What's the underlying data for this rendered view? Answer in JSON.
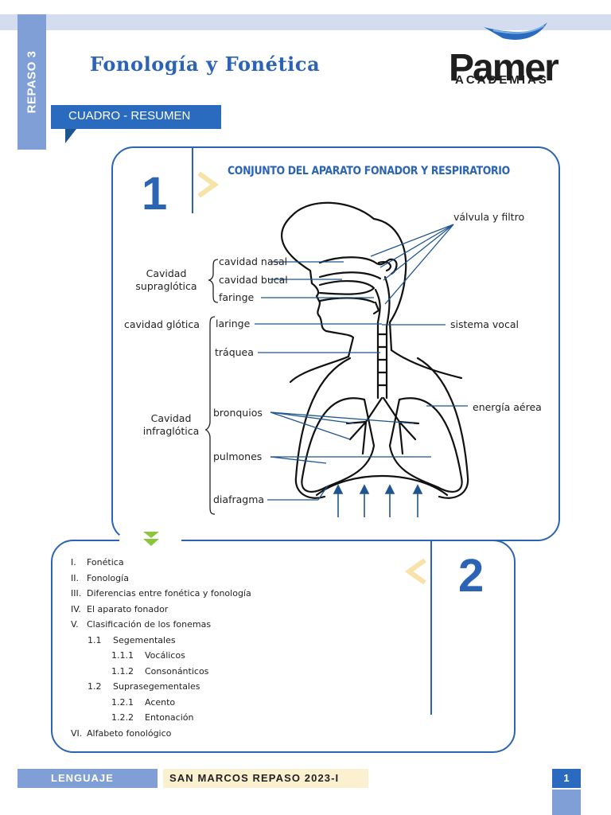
{
  "header": {
    "side_tab": "REPASO 3",
    "title": "Fonología y Fonética",
    "logo": {
      "word": "Pamer",
      "sub": "ACADEMIAS"
    }
  },
  "section_label": "CUADRO - RESUMEN",
  "panel1": {
    "number": "1",
    "heading": "CONJUNTO DEL APARATO FONADOR Y RESPIRATORIO",
    "groups": {
      "supraglotica": [
        "Cavidad",
        "supraglótica"
      ],
      "glotica": "cavidad glótica",
      "infraglotica": [
        "Cavidad",
        "infraglótica"
      ]
    },
    "labels": {
      "cavidad_nasal": "cavidad nasal",
      "cavidad_bucal": "cavidad bucal",
      "faringe": "faringe",
      "laringe": "laringe",
      "traquea": "tráquea",
      "bronquios": "bronquios",
      "pulmones": "pulmones",
      "diafragma": "diafragma",
      "valvula": "válvula y filtro",
      "sistema_vocal": "sistema vocal",
      "energia": "energía aérea"
    }
  },
  "panel2": {
    "number": "2",
    "items": [
      {
        "marker": "I.",
        "text": "Fonética"
      },
      {
        "marker": "II.",
        "text": "Fonología"
      },
      {
        "marker": "III.",
        "text": "Diferencias entre fonética y fonología"
      },
      {
        "marker": "IV.",
        "text": "El aparato fonador"
      },
      {
        "marker": "V.",
        "text": "Clasificación de los fonemas"
      },
      {
        "marker": "1.1",
        "text": "Segementales"
      },
      {
        "marker": "1.1.1",
        "text": "Vocálicos"
      },
      {
        "marker": "1.1.2",
        "text": "Consonánticos"
      },
      {
        "marker": "1.2",
        "text": "Suprasegementales"
      },
      {
        "marker": "1.2.1",
        "text": "Acento"
      },
      {
        "marker": "1.2.2",
        "text": "Entonación"
      },
      {
        "marker": "VI.",
        "text": "Alfabeto fonológico"
      }
    ]
  },
  "footer": {
    "subject": "LENGUAJE",
    "exam": "SAN MARCOS REPASO 2023-I",
    "page": "1"
  },
  "colors": {
    "accent": "#2b63b5",
    "side": "#7f9fd6",
    "arrow_green": "#8cc63f",
    "chevron": "#f7e3a8"
  }
}
